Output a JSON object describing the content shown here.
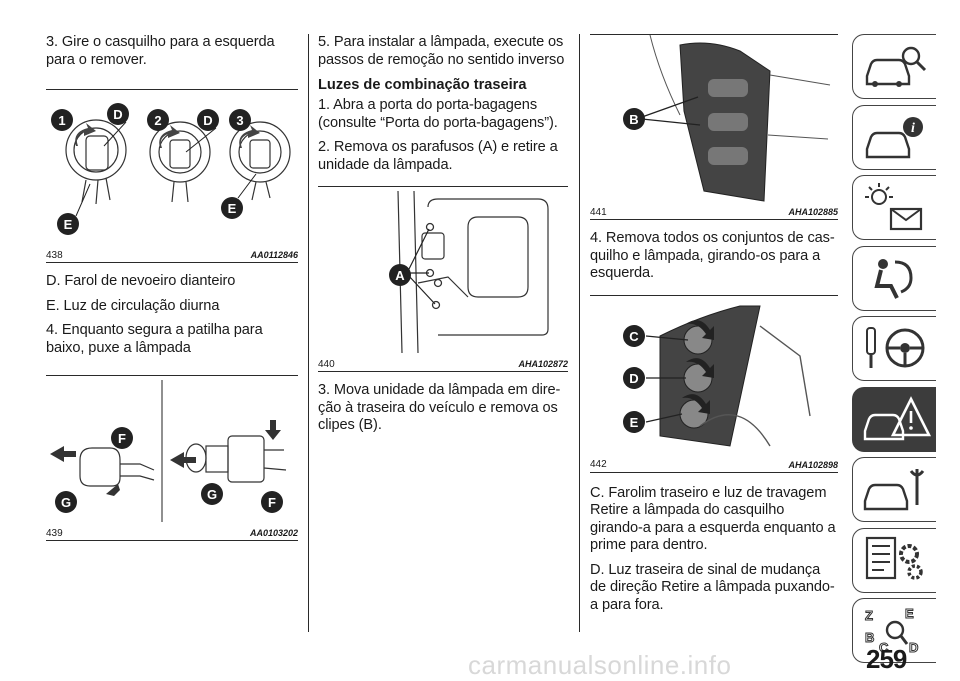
{
  "col1": {
    "p1": "3. Gire o casquilho para a esquerda para o remover.",
    "fig438": {
      "num": "438",
      "code": "AA0112846",
      "labels": [
        "1",
        "D",
        "2",
        "D",
        "3",
        "E",
        "E"
      ]
    },
    "p2": "D. Farol de nevoeiro dianteiro",
    "p3": "E. Luz de circulação diurna",
    "p4": "4. Enquanto segura a patilha para baixo, puxe a lâmpada",
    "fig439": {
      "num": "439",
      "code": "AA0103202",
      "labels": [
        "F",
        "G",
        "G",
        "F"
      ]
    }
  },
  "col2": {
    "p1": "5. Para instalar a lâmpada, execute os passos de remoção no sentido inverso",
    "heading": "Luzes de combinação traseira",
    "p2": "1. Abra a porta do porta-bagagens (consulte “Porta do porta-bagagens”).",
    "p3": "2. Remova os parafusos (A) e retire a unidade da lâmpada.",
    "fig440": {
      "num": "440",
      "code": "AHA102872",
      "label": "A"
    },
    "p4": "3. Mova unidade da lâmpada em dire-ção à traseira do veículo e remova os clipes (B)."
  },
  "col3": {
    "fig441": {
      "num": "441",
      "code": "AHA102885",
      "label": "B"
    },
    "p1": "4. Remova todos os conjuntos de cas-quilho e lâmpada, girando-os para a esquerda.",
    "fig442": {
      "num": "442",
      "code": "AHA102898",
      "labels": [
        "C",
        "D",
        "E"
      ]
    },
    "p2": "C. Farolim traseiro e luz de travagem Retire a lâmpada do casquilho girando-a para a esquerda enquanto a prime para dentro.",
    "p3": "D. Luz traseira de sinal de mudança de direção Retire a lâmpada puxando-a para fora."
  },
  "tabs": [
    "car-search-icon",
    "car-info-icon",
    "lights-message-icon",
    "airbag-seat-icon",
    "key-steering-icon",
    "car-warning-icon",
    "car-service-icon",
    "settings-list-icon",
    "alphabetic-index-icon"
  ],
  "active_tab": 5,
  "page_number": "259",
  "watermark": "carmanualsonline.info"
}
